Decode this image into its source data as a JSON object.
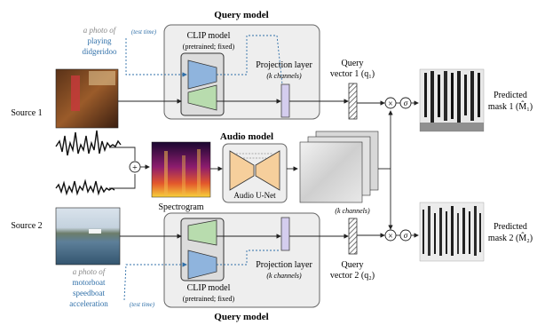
{
  "query_top": {
    "title": "Query model",
    "clip_title": "CLIP model",
    "clip_sub": "(pretrained; fixed)",
    "text_line1": "a photo of",
    "text_line2": "playing",
    "text_line3": "didgeridoo",
    "test_time": "(test time)",
    "proj_title": "Projection layer",
    "proj_sub": "(k channels)",
    "vec_line1": "Query",
    "vec_line2": "vector 1 (q₁)"
  },
  "query_bottom": {
    "title": "Query model",
    "clip_title": "CLIP model",
    "clip_sub": "(pretrained; fixed)",
    "text_line1": "a photo of",
    "text_line2": "motorboat",
    "text_line3": "speedboat",
    "text_line4": "acceleration",
    "test_time": "(test time)",
    "proj_title": "Projection layer",
    "proj_sub": "(k channels)",
    "vec_line1": "Query",
    "vec_line2": "vector 2 (q₂)"
  },
  "audio": {
    "title": "Audio model",
    "unet_label": "Audio U-Net",
    "spectrogram_label": "Spectrogram",
    "k_channels": "(k channels)"
  },
  "sources": {
    "source1": "Source 1",
    "source2": "Source 2"
  },
  "outputs": {
    "mask1_line1": "Predicted",
    "mask1_line2": "mask 1 (M̂₁)",
    "mask2_line1": "Predicted",
    "mask2_line2": "mask 2 (M̂₂)",
    "sigma": "σ",
    "mult": "×",
    "plus": "+"
  },
  "colors": {
    "clip_blue": "#8fb4dd",
    "clip_green": "#b8dcae",
    "proj_purple": "#d4cdee",
    "unet_orange": "#f6cf9c",
    "text_blue": "#2f6fa8"
  }
}
